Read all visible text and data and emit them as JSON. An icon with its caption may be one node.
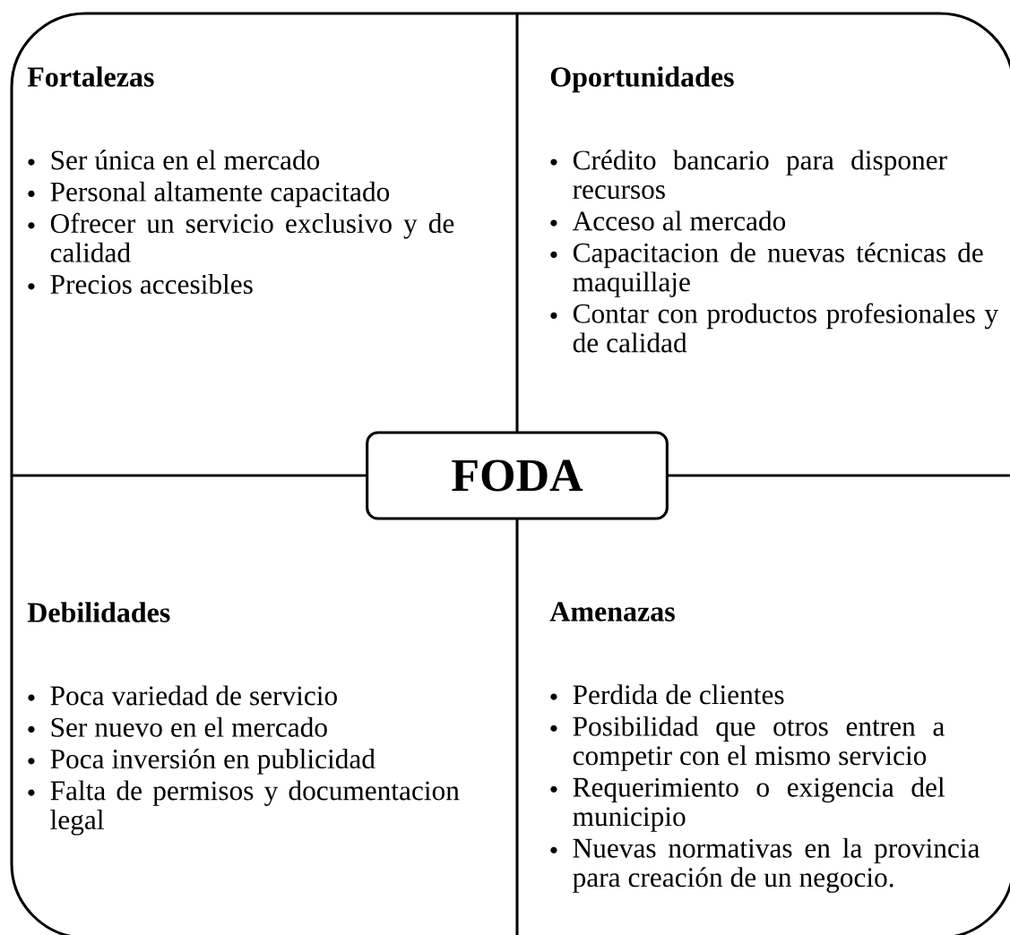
{
  "diagram": {
    "nodes": [
      {
        "text": [
          "Fortalezas",
          "Ser única en el mercado",
          "Personal altamente capacitado",
          "Ofrecer un servicio exclusivo y de calidad",
          "Precios accesibles"
        ]
      },
      {
        "text": [
          "Oportunidades",
          "Crédito bancario para disponer recursos",
          "Acceso al mercado",
          "Capacitacion de nuevas técnicas de maquillaje",
          "Contar con productos profesionales y de calidad"
        ]
      },
      {
        "text": [
          "FODA"
        ]
      },
      {
        "text": [
          "Debilidades",
          "Poca variedad de servicio",
          "Ser nuevo en el mercado",
          "Poca inversión en publicidad",
          "Falta de permisos y documentacion legal"
        ]
      },
      {
        "text": [
          "Amenazas",
          "Perdida de clientes",
          "Posibilidad que otros entren a competir con el mismo servicio",
          "Requerimiento o exigencia del municipio",
          "Nuevas normativas en la provincia para creación de un negocio."
        ]
      }
    ],
    "edges": []
  }
}
